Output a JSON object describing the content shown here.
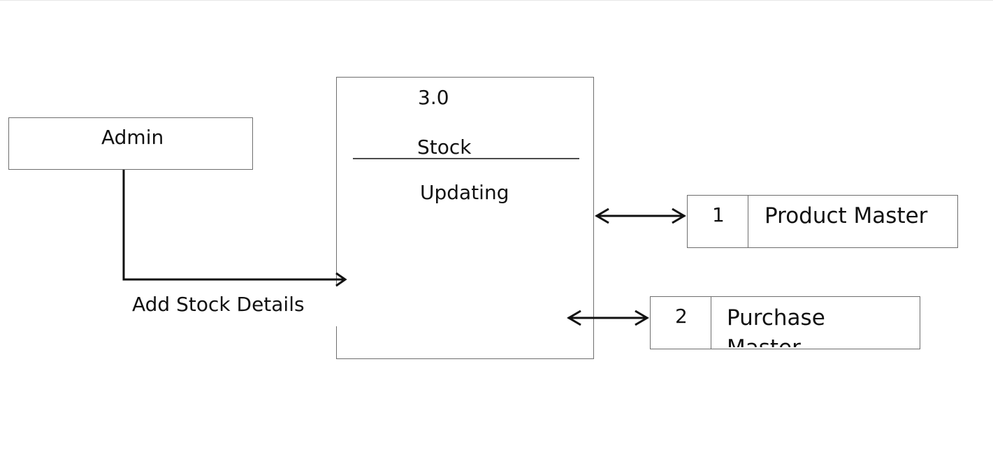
{
  "entity": {
    "label": "Admin"
  },
  "process": {
    "number": "3.0",
    "name_line1": "Stock",
    "name_line2": "Updating"
  },
  "flow": {
    "label": "Add Stock Details"
  },
  "data_stores": [
    {
      "id": "1",
      "name": "Product Master"
    },
    {
      "id": "2",
      "name": "Purchase",
      "name_overflow": "Master"
    }
  ]
}
